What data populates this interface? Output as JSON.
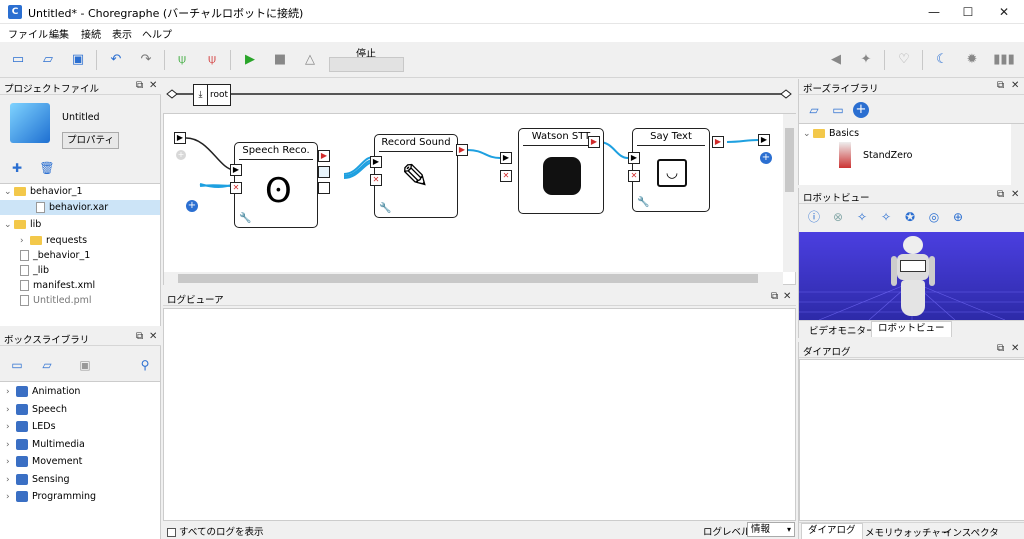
{
  "window": {
    "title": "Untitled* - Choregraphe (バーチャルロボットに接続)",
    "app_icon": "C"
  },
  "menu": [
    "ファイル",
    "編集",
    "接続",
    "表示",
    "ヘルプ"
  ],
  "toolbar": {
    "status": "停止"
  },
  "breadcrumb": {
    "root": "root"
  },
  "project_panel": {
    "title": "プロジェクトファイル",
    "project_name": "Untitled",
    "properties_button": "プロパティ",
    "files": [
      {
        "label": "behavior_1",
        "kind": "folder",
        "expanded": true
      },
      {
        "label": "behavior.xar",
        "kind": "file",
        "selected": true
      },
      {
        "label": "lib",
        "kind": "folder",
        "expanded": true
      },
      {
        "label": "requests",
        "kind": "folder",
        "expanded": false
      },
      {
        "label": "_behavior_1",
        "kind": "file"
      },
      {
        "label": "_lib",
        "kind": "file"
      },
      {
        "label": "manifest.xml",
        "kind": "file"
      },
      {
        "label": "Untitled.pml",
        "kind": "pml"
      }
    ]
  },
  "box_library": {
    "title": "ボックスライブラリ",
    "items": [
      "Animation",
      "Speech",
      "LEDs",
      "Multimedia",
      "Movement",
      "Sensing",
      "Programming"
    ]
  },
  "canvas": {
    "boxes": [
      {
        "title": "Speech Reco."
      },
      {
        "title": "Record Sound"
      },
      {
        "title": "Watson STT"
      },
      {
        "title": "Say Text"
      }
    ]
  },
  "log_viewer": {
    "title": "ログビューア",
    "show_all_label": "すべてのログを表示",
    "level_label": "ログレベル:",
    "level_value": "情報"
  },
  "pose_library": {
    "title": "ポーズライブラリ",
    "folder": "Basics",
    "pose": "StandZero"
  },
  "robot_view": {
    "title": "ロボットビュー",
    "tabs": [
      "ビデオモニター",
      "ロボットビュー"
    ],
    "active_tab": 1
  },
  "dialog_panel": {
    "title": "ダイアログ",
    "tabs": [
      "ダイアログ",
      "メモリウォッチャー",
      "インスペクタ"
    ]
  },
  "colors": {
    "accent": "#1e8ad6",
    "link_line": "#1ea0e0",
    "robot_bg": "#3b32c8"
  }
}
